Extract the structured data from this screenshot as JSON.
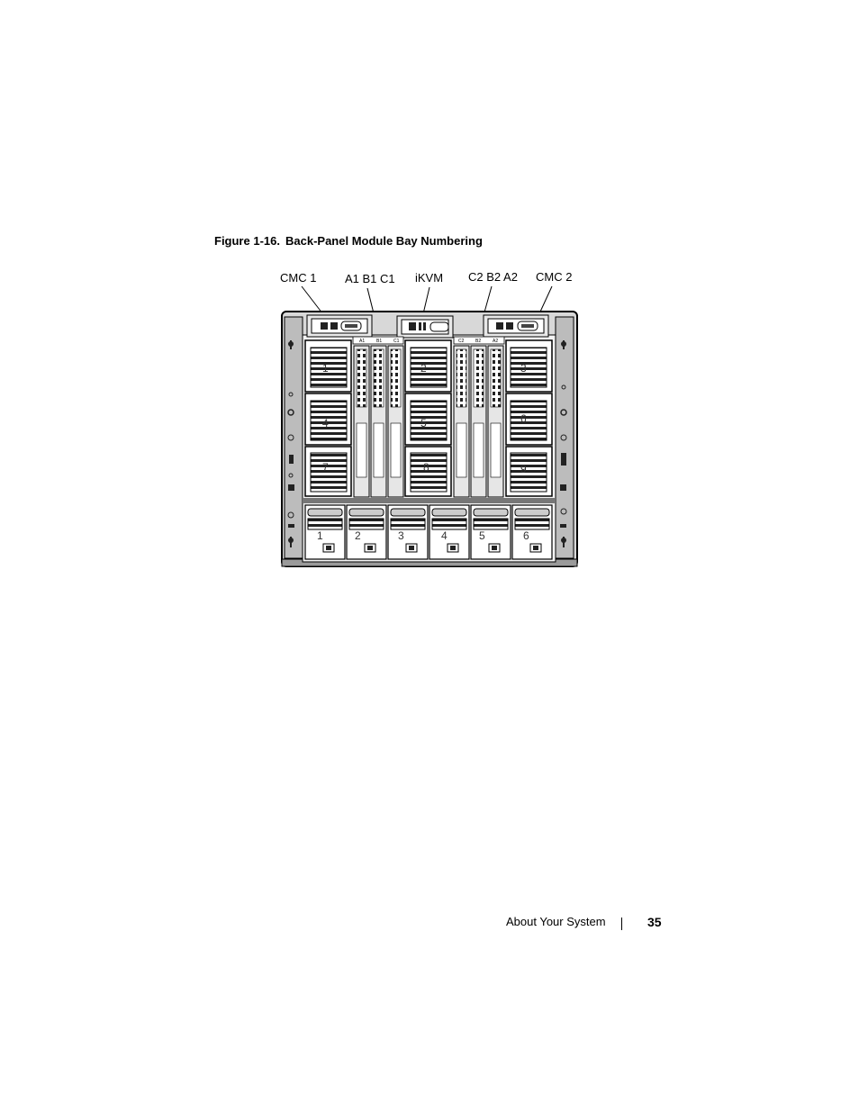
{
  "figure": {
    "number": "Figure 1-16.",
    "title": "Back-Panel Module Bay Numbering",
    "callouts": [
      "CMC 1",
      "A1 B1 C1",
      "iKVM",
      "C2 B2 A2",
      "CMC 2"
    ],
    "fabric_labels_left": [
      "A1",
      "B1",
      "C1"
    ],
    "fabric_labels_right": [
      "C2",
      "B2",
      "A2"
    ],
    "fan_bays": [
      "1",
      "2",
      "3",
      "4",
      "5",
      "6",
      "7",
      "8",
      "9"
    ],
    "power_bays": [
      "1",
      "2",
      "3",
      "4",
      "5",
      "6"
    ]
  },
  "footer": {
    "section": "About Your System",
    "page": "35"
  }
}
